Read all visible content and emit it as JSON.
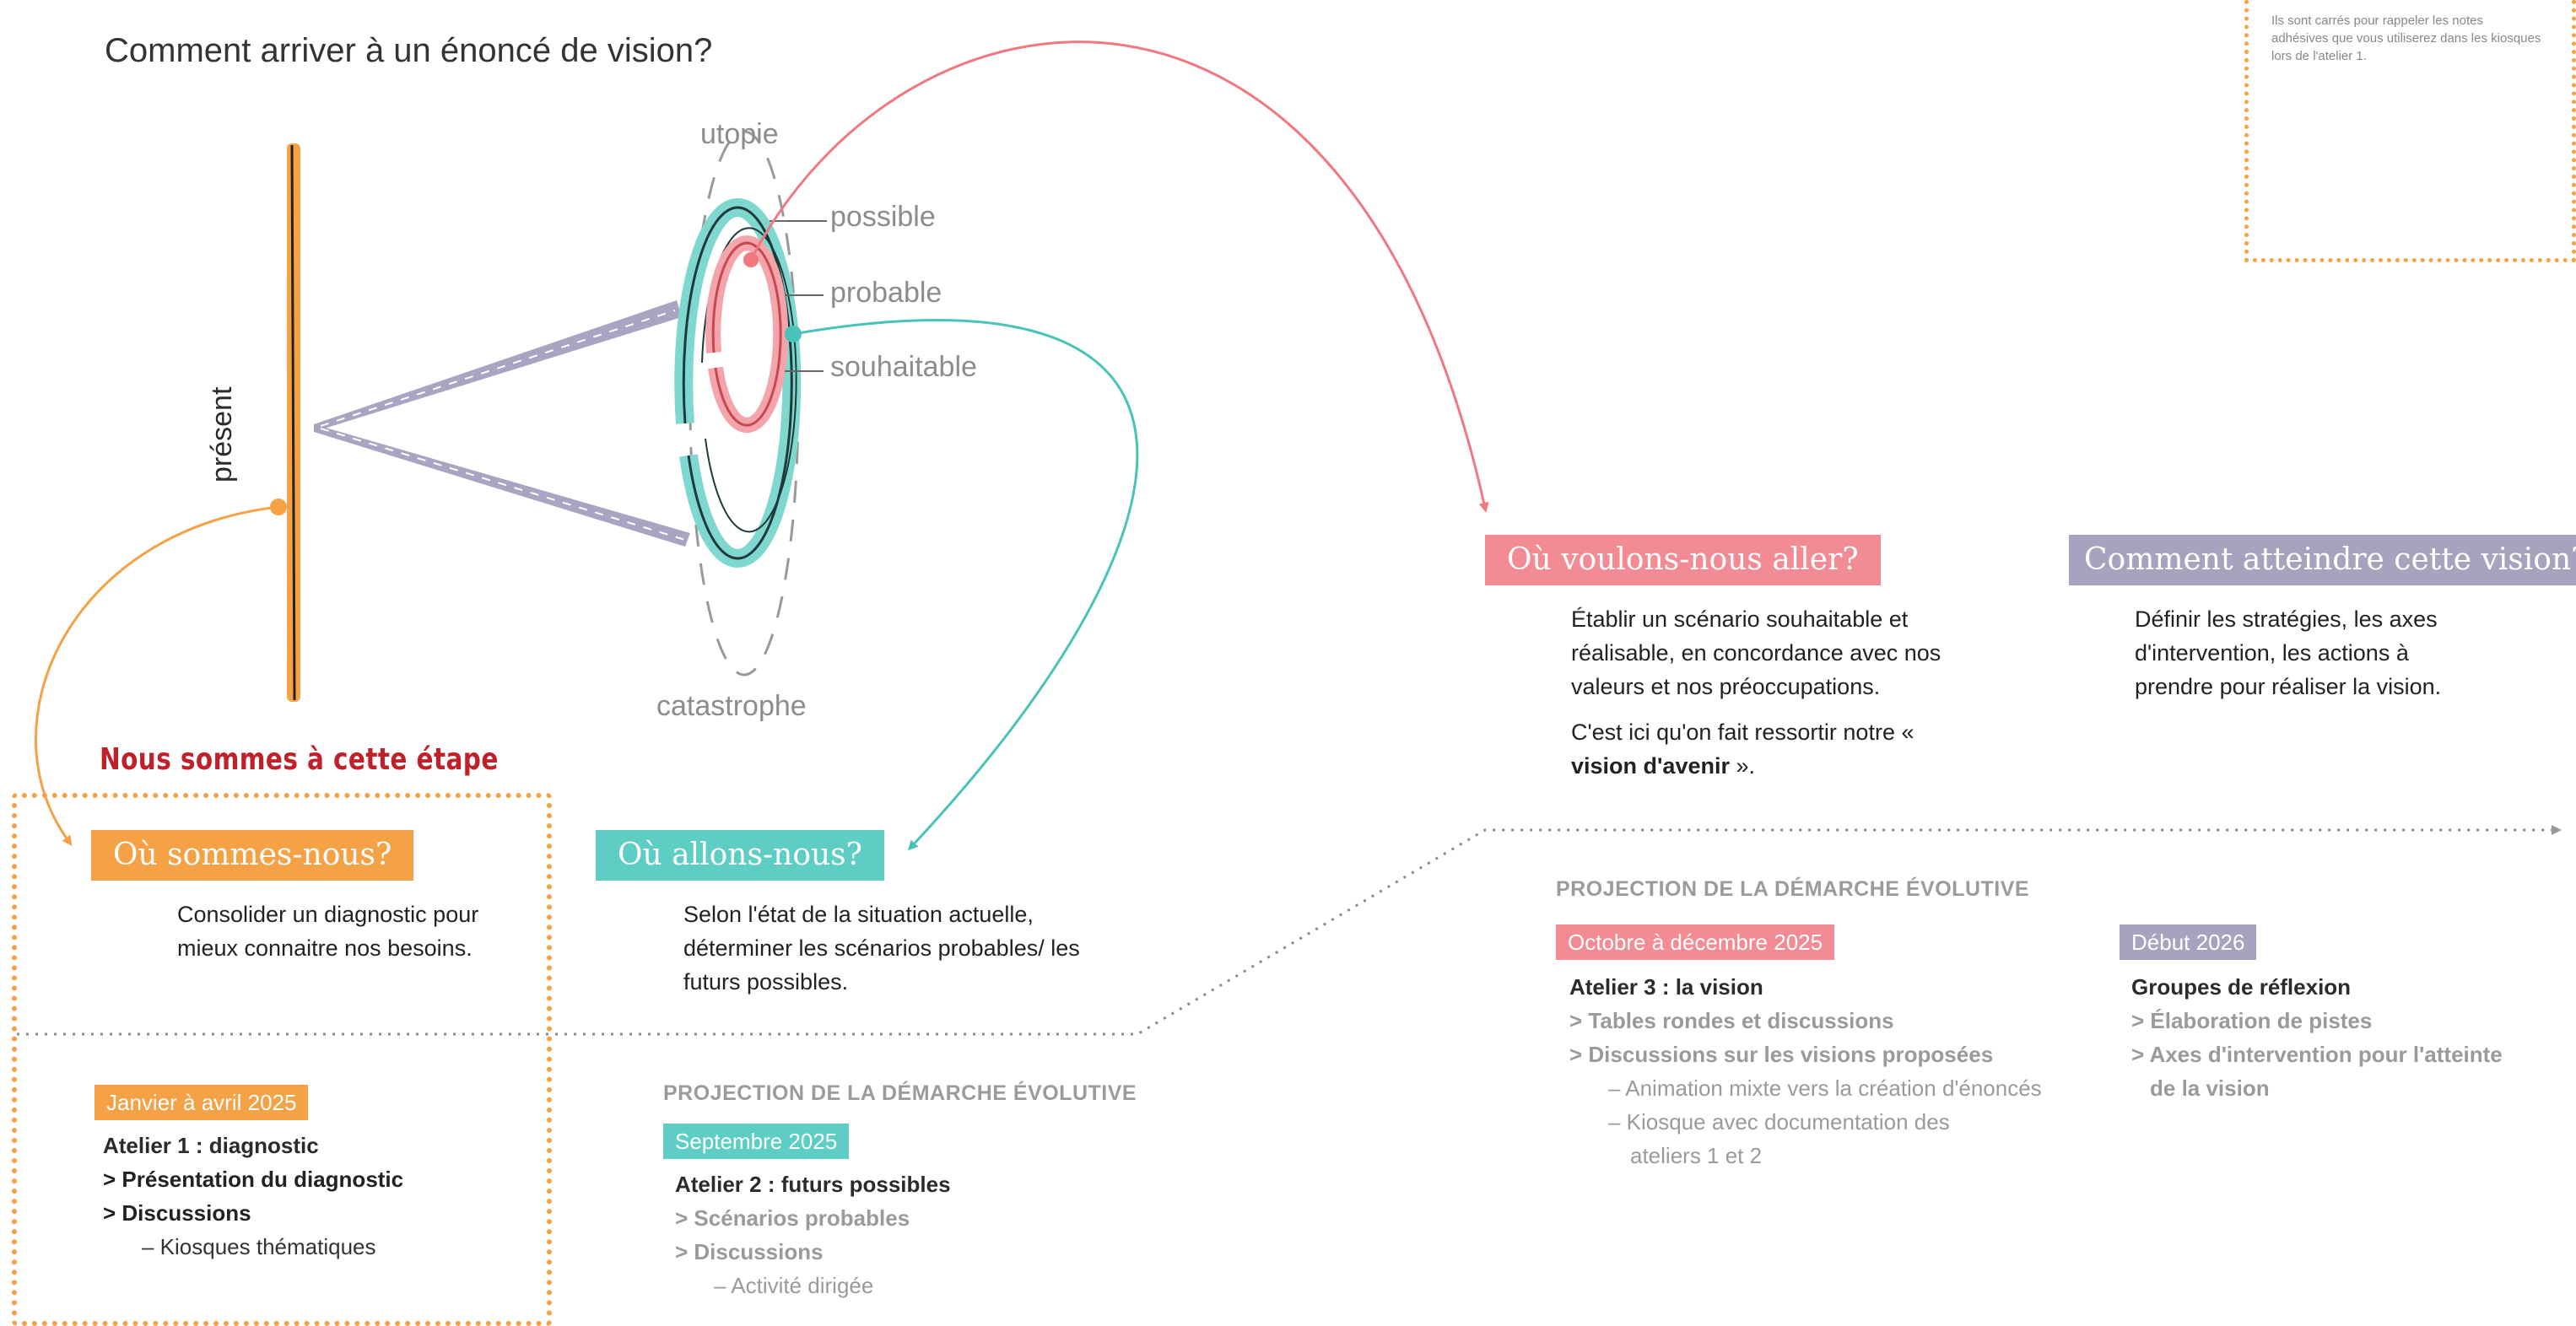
{
  "title": "Comment arriver à un énoncé de vision?",
  "note": "Ils sont carrés pour rappeler les notes adhésives que vous utiliserez dans les kiosques lors de l'atelier 1.",
  "diagram": {
    "present_label": "présent",
    "labels": {
      "utopie": "utopie",
      "possible": "possible",
      "probable": "probable",
      "souhaitable": "souhaitable",
      "catastrophe": "catastrophe"
    }
  },
  "current_stage_label": "Nous sommes à cette étape",
  "cards": {
    "sommes": {
      "title": "Où sommes-nous?",
      "text": "Consolider un diagnostic pour mieux connaitre nos besoins."
    },
    "allons": {
      "title": "Où allons-nous?",
      "text": "Selon l'état de la situation actuelle, déterminer les scénarios probables/ les futurs possibles."
    },
    "voulons": {
      "title": "Où voulons-nous aller?",
      "text1": "Établir un scénario souhaitable et réalisable, en concordance avec nos valeurs et nos préoccupations.",
      "text2_before": "C'est ici qu'on fait ressortir notre « ",
      "text2_bold": "vision d'avenir",
      "text2_after": " »."
    },
    "atteindre": {
      "title": "Comment atteindre cette vision?",
      "text": "Définir les stratégies, les axes d'intervention, les actions à prendre pour réaliser la vision."
    }
  },
  "projection": {
    "heading": "PROJECTION DE LA DÉMARCHE ÉVOLUTIVE",
    "atelier1": {
      "date": "Janvier à avril 2025",
      "title": "Atelier 1 : diagnostic",
      "items": [
        "> Présentation du diagnostic",
        "> Discussions"
      ],
      "sub": [
        "– Kiosques thématiques"
      ]
    },
    "atelier2": {
      "date": "Septembre 2025",
      "title": "Atelier 2 : futurs possibles",
      "items": [
        "> Scénarios probables",
        "> Discussions"
      ],
      "sub": [
        "– Activité dirigée"
      ]
    },
    "atelier3": {
      "date": "Octobre à décembre 2025",
      "title": "Atelier 3 : la vision",
      "items": [
        "> Tables rondes et discussions",
        "> Discussions sur les visions proposées"
      ],
      "sub": [
        "– Animation mixte vers la création d'énoncés",
        "– Kiosque avec documentation des",
        "ateliers 1 et 2"
      ]
    },
    "atelier4": {
      "date": "Début 2026",
      "title": "Groupes de réflexion",
      "items": [
        "> Élaboration de pistes",
        "> Axes d'intervention pour l'atteinte",
        "de la vision"
      ]
    }
  },
  "colors": {
    "orange": "#f5a145",
    "teal": "#5ecdc4",
    "pink": "#f28b93",
    "purple": "#a9a2be",
    "red": "#c0202a"
  }
}
